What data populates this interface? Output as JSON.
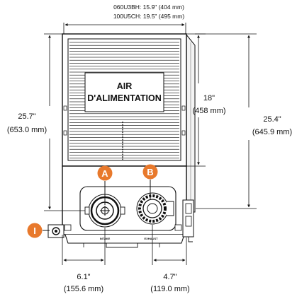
{
  "dimensions": {
    "top_width_1": "060U3BH: 15.9\" (404 mm)",
    "top_width_2": "100U5CH: 19.5\" (495 mm)",
    "left_height_in": "25.7\"",
    "left_height_mm": "(653.0 mm)",
    "middle_height_in": "18\"",
    "middle_height_mm": "(458 mm)",
    "right_height_in": "25.4\"",
    "right_height_mm": "(645.9 mm)",
    "bottom_left_in": "6.1\"",
    "bottom_left_mm": "(155.6 mm)",
    "bottom_right_in": "4.7\"",
    "bottom_right_mm": "(119.0 mm)"
  },
  "panel": {
    "line1": "AIR",
    "line2": "D'ALIMENTATION"
  },
  "callouts": {
    "a": "A",
    "b": "B",
    "i": "I"
  },
  "ports": {
    "intake": "INTAKE",
    "exhaust": "EXHAUST"
  },
  "colors": {
    "callout": "#e8792c",
    "line": "#111111"
  }
}
